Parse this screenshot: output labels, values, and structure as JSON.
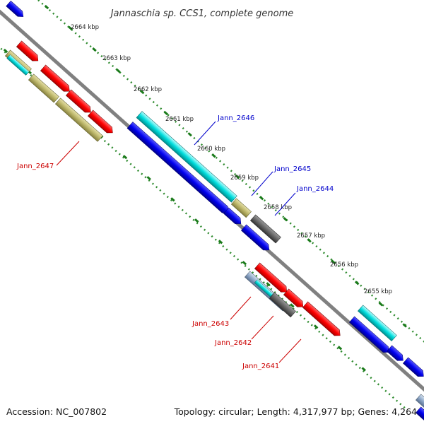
{
  "title": "Jannaschia sp. CCS1, complete genome",
  "footer": {
    "accession": "Accession: NC_007802",
    "summary": "Topology: circular; Length: 4,317,977 bp; Genes: 4,264"
  },
  "colors": {
    "background": "#ffffff",
    "backbone": "#808080",
    "tick_major": "#1a7a1a",
    "tick_minor": "#2e8b2e",
    "forward_label": "#0000cc",
    "reverse_label": "#cc0000",
    "cds_red": "#ff0000",
    "cds_blue": "#0000ee",
    "cds_cyan": "#00dddd",
    "cds_olive": "#bdb76b",
    "cds_gray": "#666666",
    "cds_lightblue": "#8fa8c8"
  },
  "kbp_ticks": [
    {
      "label": "2664 kbp"
    },
    {
      "label": "2663 kbp"
    },
    {
      "label": "2662 kbp"
    },
    {
      "label": "2661 kbp"
    },
    {
      "label": "2660 kbp"
    },
    {
      "label": "2659 kbp"
    },
    {
      "label": "2658 kbp"
    },
    {
      "label": "2657 kbp"
    },
    {
      "label": "2656 kbp"
    },
    {
      "label": "2655 kbp"
    }
  ],
  "gene_labels": [
    {
      "name": "Jann_2646",
      "strand": "forward"
    },
    {
      "name": "Jann_2645",
      "strand": "forward"
    },
    {
      "name": "Jann_2644",
      "strand": "forward"
    },
    {
      "name": "Jann_2647",
      "strand": "reverse"
    },
    {
      "name": "Jann_2643",
      "strand": "reverse"
    },
    {
      "name": "Jann_2642",
      "strand": "reverse"
    },
    {
      "name": "Jann_2641",
      "strand": "reverse"
    }
  ]
}
